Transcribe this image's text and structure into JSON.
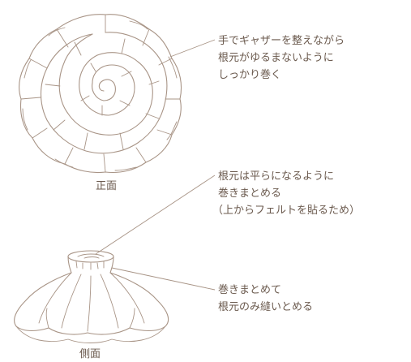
{
  "views": {
    "front": "正面",
    "side": "側面"
  },
  "callouts": {
    "front": {
      "line1": "手でギャザーを整えながら",
      "line2": "根元がゆるまないように",
      "line3": "しっかり巻く"
    },
    "top": {
      "line1": "根元は平らになるように",
      "line2": "巻きまとめる",
      "line3": "（上からフェルトを貼るため）"
    },
    "base": {
      "line1": "巻きまとめて",
      "line2": "根元のみ縫いとめる"
    }
  },
  "colors": {
    "line": "#a89486",
    "text": "#6b5a4e"
  }
}
